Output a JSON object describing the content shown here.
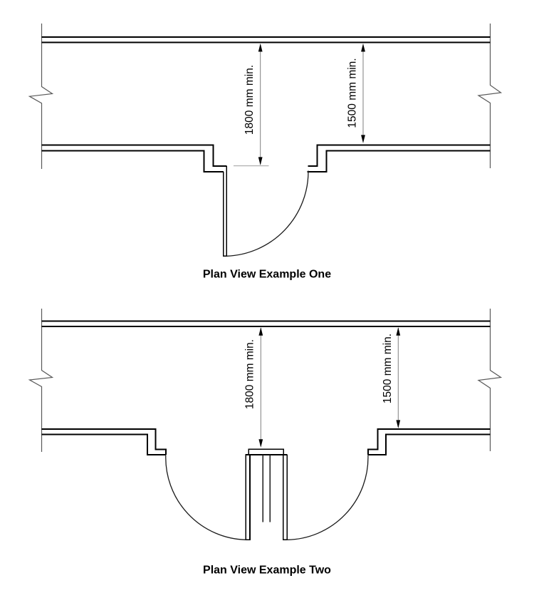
{
  "colors": {
    "background": "#ffffff",
    "drawing_line": "#000000",
    "corridor_edge_line": "#595959",
    "dimension_line": "#7f7f7f",
    "extension_line": "#b4b4b4"
  },
  "diagrams": [
    {
      "caption": "Plan View Example One",
      "dimensions": {
        "door_clearance": "1800 mm min.",
        "corridor_width": "1500 mm min."
      }
    },
    {
      "caption": "Plan View Example Two",
      "dimensions": {
        "door_clearance": "1800 mm min.",
        "corridor_width": "1500 mm min."
      }
    }
  ]
}
